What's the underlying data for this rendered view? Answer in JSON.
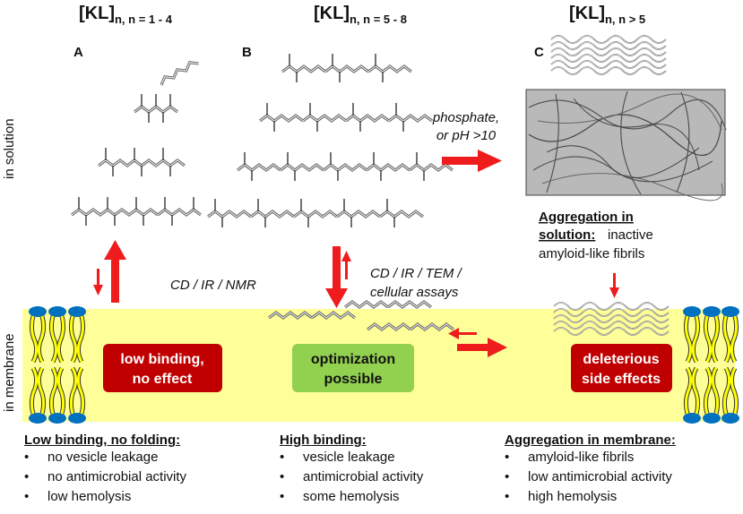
{
  "columns": {
    "a": {
      "head_main": "[KL]",
      "head_sub": "n, n = 1 - 4",
      "letter": "A"
    },
    "b": {
      "head_main": "[KL]",
      "head_sub": "n, n = 5 - 8",
      "letter": "B"
    },
    "c": {
      "head_main": "[KL]",
      "head_sub": "n, n > 5",
      "letter": "C"
    }
  },
  "side_labels": {
    "solution": "in solution",
    "membrane": "in membrane"
  },
  "arrows": {
    "phosphate_line1": "phosphate,",
    "phosphate_line2": "or pH >10",
    "cd_ir_nmr": "CD / IR / NMR",
    "cd_ir_tem_line1": "CD / IR / TEM /",
    "cd_ir_tem_line2": "cellular assays"
  },
  "aggregation_solution": {
    "head": "Aggregation in solution:",
    "head_line1": "Aggregation in",
    "head_line2": "solution:",
    "rest_line1": "inactive",
    "rest_line2": "amyloid-like fibrils"
  },
  "boxes": {
    "low": {
      "line1": "low binding,",
      "line2": "no effect",
      "color": "#c00000"
    },
    "opt": {
      "line1": "optimization",
      "line2": "possible",
      "color": "#92d050"
    },
    "del": {
      "line1": "deleterious",
      "line2": "side effects",
      "color": "#c00000"
    }
  },
  "colors": {
    "membrane": "#ffff99",
    "lipid_head": "#0070c0",
    "lipid_tail": "#ffff00",
    "arrow": "#ee1c1c"
  },
  "bottom": {
    "left": {
      "head": "Low binding, no folding:",
      "items": [
        "no vesicle leakage",
        "no antimicrobial activity",
        "low hemolysis"
      ]
    },
    "middle": {
      "head": "High binding:",
      "items": [
        "vesicle leakage",
        "antimicrobial activity",
        "some hemolysis"
      ]
    },
    "right": {
      "head": "Aggregation in membrane:",
      "items": [
        "amyloid-like fibrils",
        "low antimicrobial activity",
        "high hemolysis"
      ]
    }
  },
  "bullet": "•"
}
